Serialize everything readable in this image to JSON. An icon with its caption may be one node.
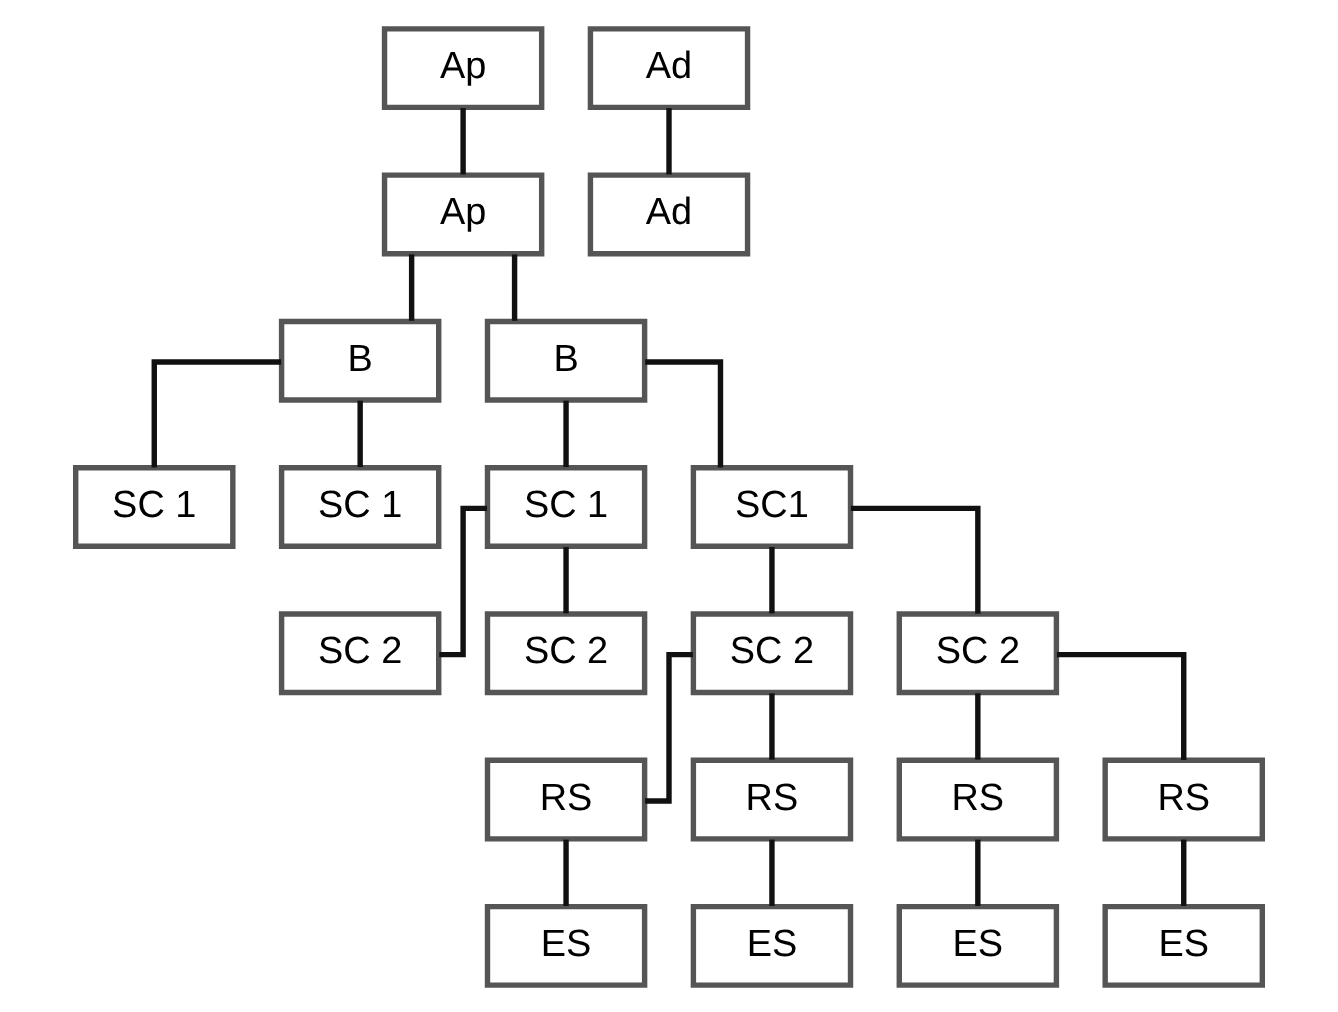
{
  "diagram": {
    "nodes": [
      {
        "text": [
          "Ap"
        ]
      },
      {
        "text": [
          "Ad"
        ]
      },
      {
        "text": [
          "Ap"
        ]
      },
      {
        "text": [
          "Ad"
        ]
      },
      {
        "text": [
          "B"
        ]
      },
      {
        "text": [
          "B"
        ]
      },
      {
        "text": [
          "SC 1"
        ]
      },
      {
        "text": [
          "SC 1"
        ]
      },
      {
        "text": [
          "SC 1"
        ]
      },
      {
        "text": [
          "SC1"
        ]
      },
      {
        "text": [
          "SC 2"
        ]
      },
      {
        "text": [
          "SC 2"
        ]
      },
      {
        "text": [
          "SC 2"
        ]
      },
      {
        "text": [
          "SC 2"
        ]
      },
      {
        "text": [
          "RS"
        ]
      },
      {
        "text": [
          "RS"
        ]
      },
      {
        "text": [
          "RS"
        ]
      },
      {
        "text": [
          "RS"
        ]
      },
      {
        "text": [
          "ES"
        ]
      },
      {
        "text": [
          "ES"
        ]
      },
      {
        "text": [
          "ES"
        ]
      },
      {
        "text": [
          "ES"
        ]
      }
    ],
    "edges": [
      {
        "from": 0,
        "to": 2,
        "arrow": "none"
      },
      {
        "from": 1,
        "to": 3,
        "arrow": "none"
      },
      {
        "from": 2,
        "to": 4,
        "arrow": "none"
      },
      {
        "from": 2,
        "to": 5,
        "arrow": "none"
      },
      {
        "from": 4,
        "to": 6,
        "arrow": "none"
      },
      {
        "from": 4,
        "to": 7,
        "arrow": "none"
      },
      {
        "from": 5,
        "to": 8,
        "arrow": "none"
      },
      {
        "from": 5,
        "to": 9,
        "arrow": "none"
      },
      {
        "from": 8,
        "to": 10,
        "arrow": "none"
      },
      {
        "from": 8,
        "to": 11,
        "arrow": "none"
      },
      {
        "from": 9,
        "to": 12,
        "arrow": "none"
      },
      {
        "from": 9,
        "to": 13,
        "arrow": "none"
      },
      {
        "from": 12,
        "to": 14,
        "arrow": "none"
      },
      {
        "from": 12,
        "to": 15,
        "arrow": "none"
      },
      {
        "from": 13,
        "to": 16,
        "arrow": "none"
      },
      {
        "from": 13,
        "to": 17,
        "arrow": "none"
      },
      {
        "from": 14,
        "to": 18,
        "arrow": "none"
      },
      {
        "from": 15,
        "to": 19,
        "arrow": "none"
      },
      {
        "from": 16,
        "to": 20,
        "arrow": "none"
      },
      {
        "from": 17,
        "to": 21,
        "arrow": "none"
      }
    ]
  }
}
